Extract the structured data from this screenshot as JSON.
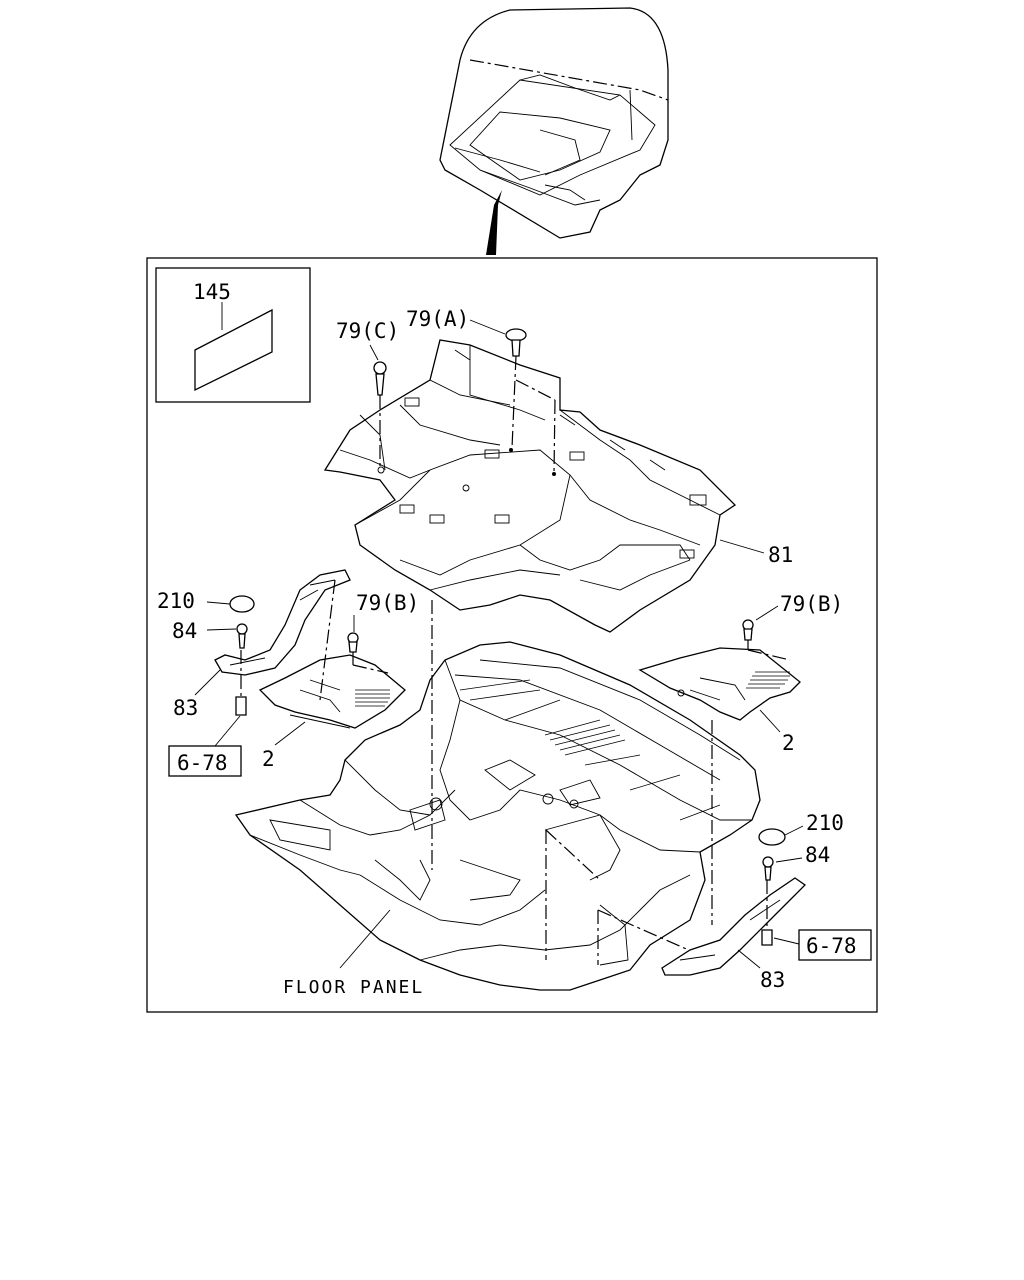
{
  "diagram": {
    "labels": {
      "p145": "145",
      "p79c": "79(C)",
      "p79a": "79(A)",
      "p81": "81",
      "p210_left": "210",
      "p84_left": "84",
      "p79b_left": "79(B)",
      "p79b_right": "79(B)",
      "p83_left": "83",
      "p2_left": "2",
      "p2_right": "2",
      "ref678_left": "6-78",
      "p210_right": "210",
      "p84_right": "84",
      "ref678_right": "6-78",
      "p83_right": "83",
      "floor_panel": "FLOOR PANEL"
    }
  }
}
